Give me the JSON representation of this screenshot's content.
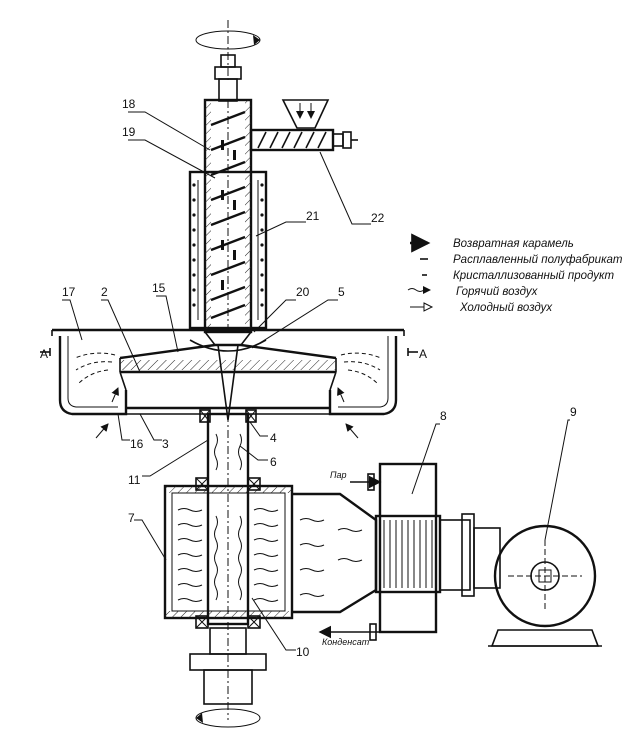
{
  "legend": [
    {
      "icon": "solid-arrow-icon",
      "text": "Возвратная карамель"
    },
    {
      "icon": "dash-marker-icon",
      "text": "Расплавленный полуфабрикат"
    },
    {
      "icon": "dot-marker-icon",
      "text": "Кристаллизованный продукт"
    },
    {
      "icon": "wavy-arrow-icon",
      "text": "Горячий воздух"
    },
    {
      "icon": "hollow-arrow-icon",
      "text": "Холодный воздух"
    }
  ],
  "callouts": [
    "18",
    "19",
    "21",
    "22",
    "17",
    "2",
    "15",
    "20",
    "5",
    "16",
    "3",
    "4",
    "6",
    "11",
    "7",
    "8",
    "9",
    "10"
  ],
  "section_marks": [
    "A",
    "A"
  ],
  "flow_labels": {
    "steam": "Пар",
    "condensate": "Конденсат"
  }
}
